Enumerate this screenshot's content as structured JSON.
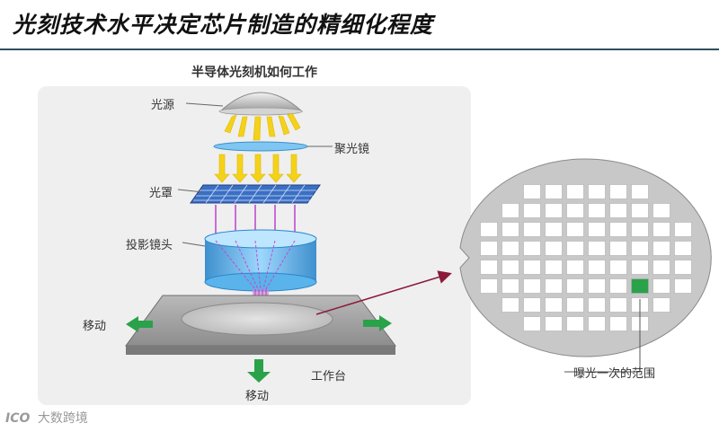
{
  "page_title": "光刻技术水平决定芯片制造的精细化程度",
  "diagram": {
    "heading": "半导体光刻机如何工作",
    "labels": {
      "light_source": "光源",
      "condenser_lens": "聚光镜",
      "photomask": "光罩",
      "projection_lens": "投影镜头",
      "move_left": "移动",
      "move_bottom": "移动",
      "stage": "工作台",
      "exposure_area": "曝光一次的范围"
    }
  },
  "watermark": {
    "logo": "ICO",
    "text": "大数跨境"
  },
  "colors": {
    "title_rule": "#2e4f5f",
    "panel_bg": "#efefef",
    "light_rays": "#f4d21a",
    "projection_lines": "#c04ad0",
    "lens_blue": "#4aa9e8",
    "move_arrow": "#2aa24a",
    "pointer_arrow": "#8b1a3a",
    "wafer_gray": "#c8c8c8",
    "exposed_die": "#2aa24a"
  }
}
